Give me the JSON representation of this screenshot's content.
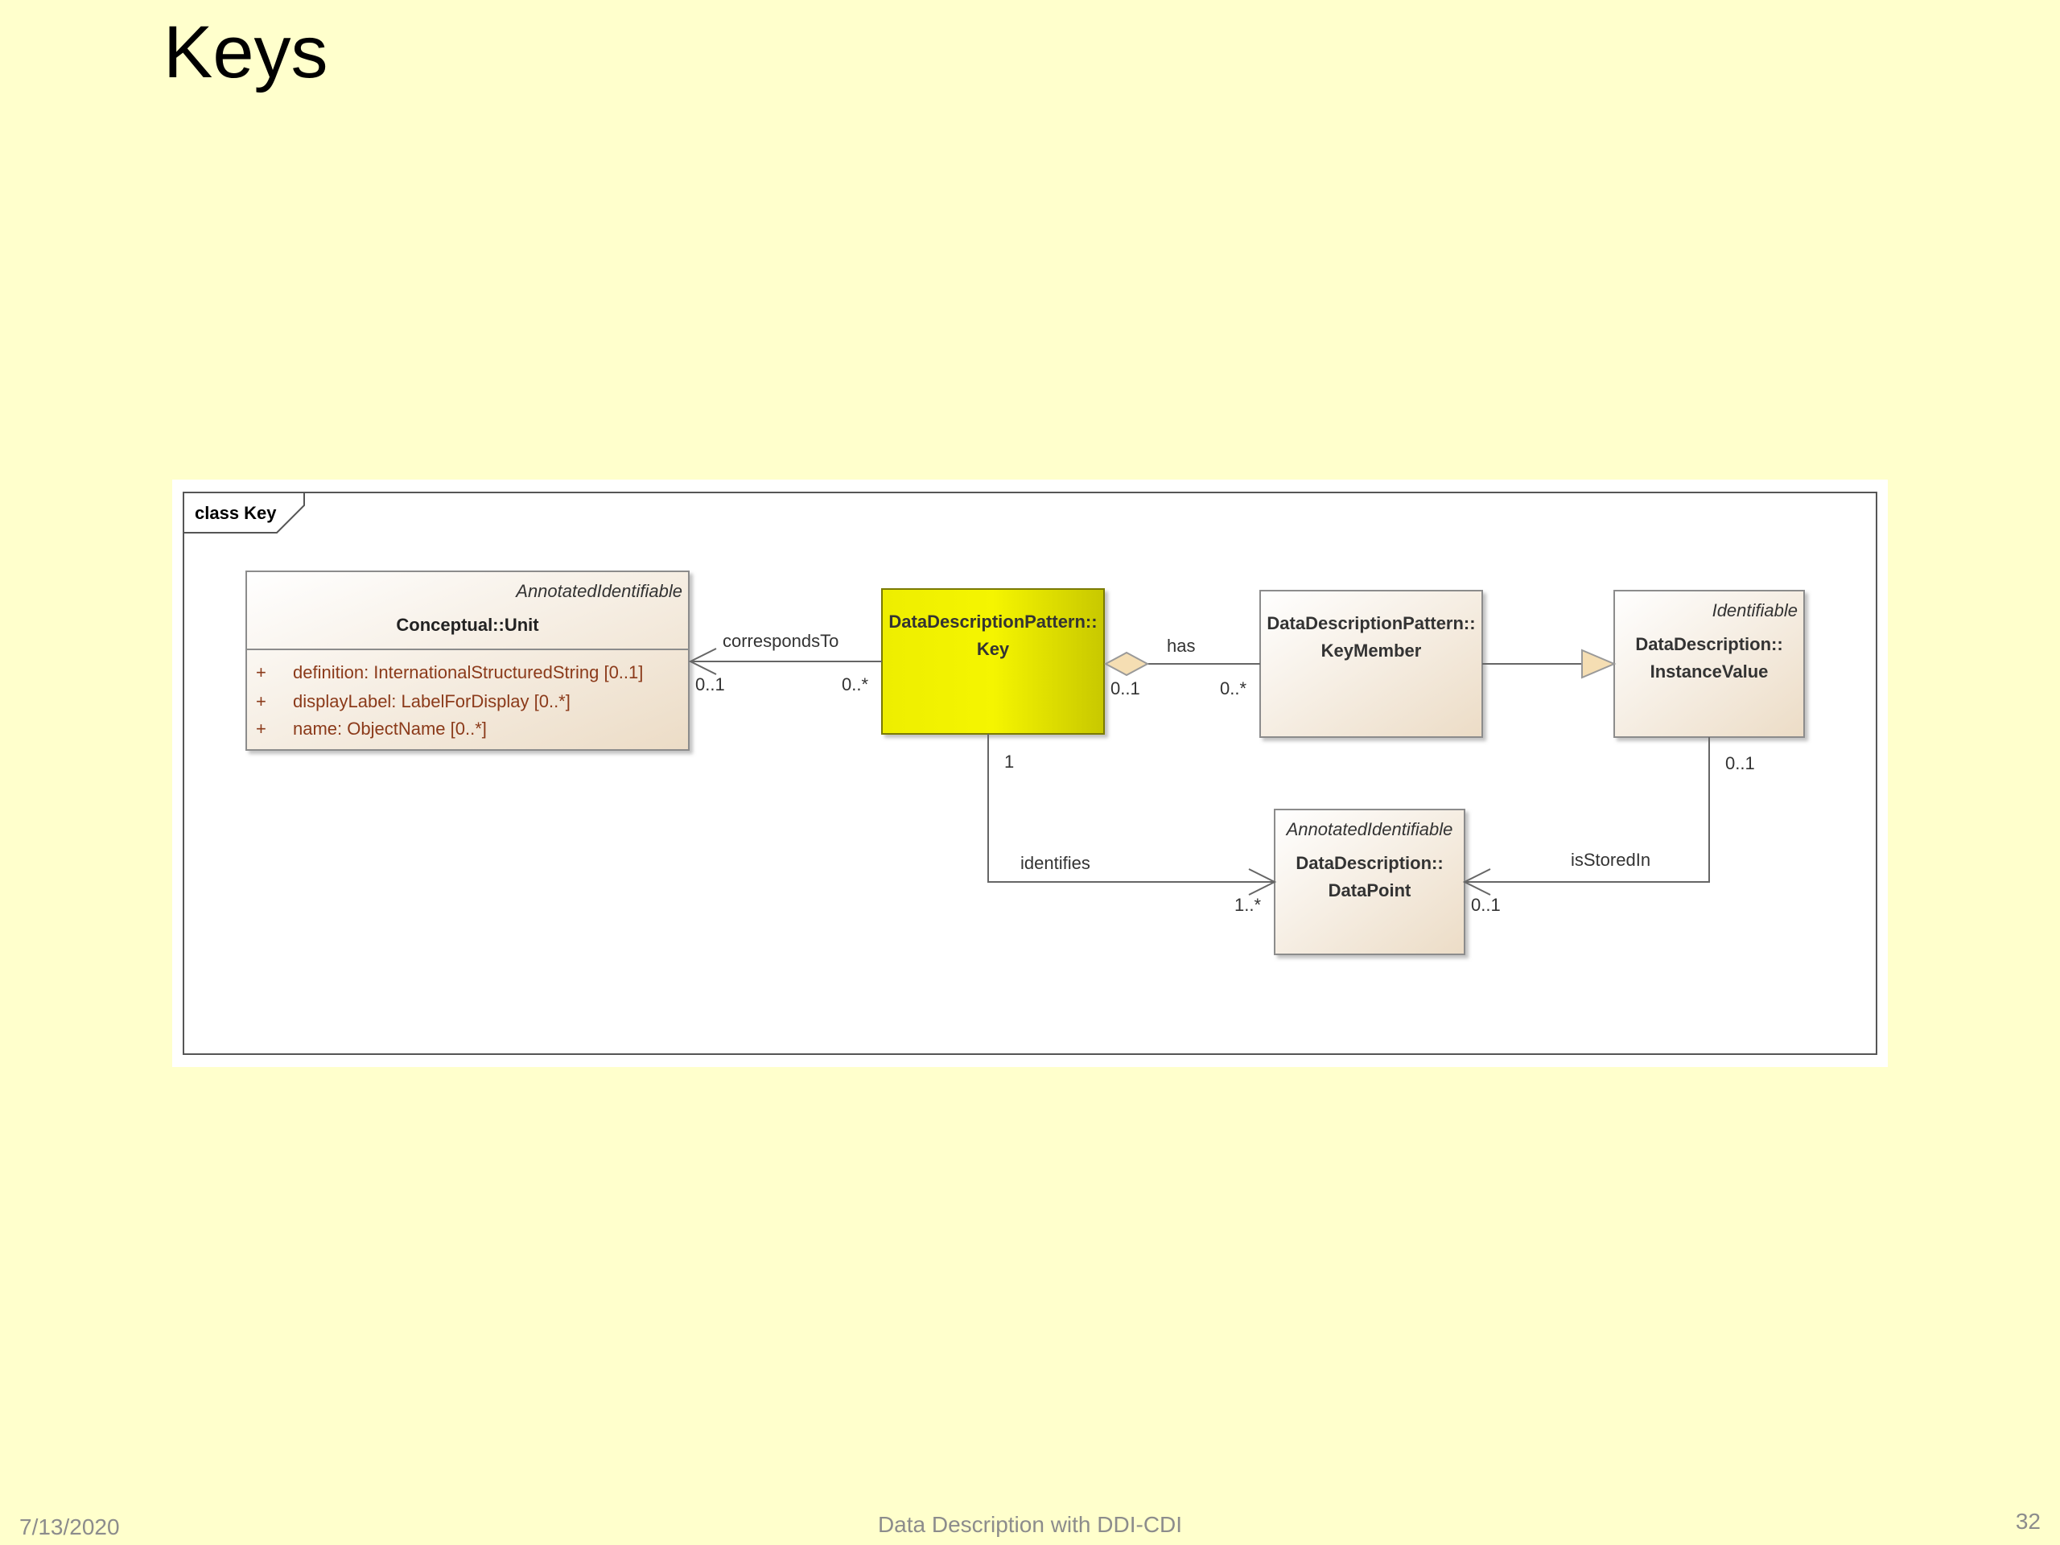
{
  "slide": {
    "title": "Keys",
    "footer_date": "7/13/2020",
    "footer_center": "Data Description with DDI-CDI",
    "page_number": "32"
  },
  "diagram": {
    "frame_label": "class Key",
    "classes": {
      "unit": {
        "stereotype": "AnnotatedIdentifiable",
        "name": "Conceptual::Unit",
        "attributes": [
          {
            "visibility": "+",
            "text": "definition: InternationalStructuredString [0..1]"
          },
          {
            "visibility": "+",
            "text": "displayLabel: LabelForDisplay [0..*]"
          },
          {
            "visibility": "+",
            "text": "name: ObjectName [0..*]"
          }
        ]
      },
      "key": {
        "name_line1": "DataDescriptionPattern::",
        "name_line2": "Key",
        "fill": "#e8e800"
      },
      "key_member": {
        "name_line1": "DataDescriptionPattern::",
        "name_line2": "KeyMember"
      },
      "instance_value": {
        "stereotype": "Identifiable",
        "name_line1": "DataDescription::",
        "name_line2": "InstanceValue"
      },
      "data_point": {
        "stereotype": "AnnotatedIdentifiable",
        "name_line1": "DataDescription::",
        "name_line2": "DataPoint"
      }
    },
    "associations": {
      "corresponds_to": {
        "label": "correspondsTo",
        "source_mult": "0..*",
        "target_mult": "0..1"
      },
      "has": {
        "label": "has",
        "source_mult": "0..1",
        "target_mult": "0..*"
      },
      "identifies": {
        "label": "identifies",
        "source_mult": "1",
        "target_mult": "1..*"
      },
      "is_stored_in": {
        "label": "isStoredIn",
        "source_mult": "0..1",
        "target_mult": "0..1"
      }
    },
    "colors": {
      "class_fill_light": "#fdf8f0",
      "class_fill_dark": "#eedcc8",
      "attribute_text": "#8b3a1a",
      "key_fill": "#e8e800",
      "aggregation_diamond": "#f5deb3",
      "generalization_arrow": "#f5deb3"
    }
  }
}
